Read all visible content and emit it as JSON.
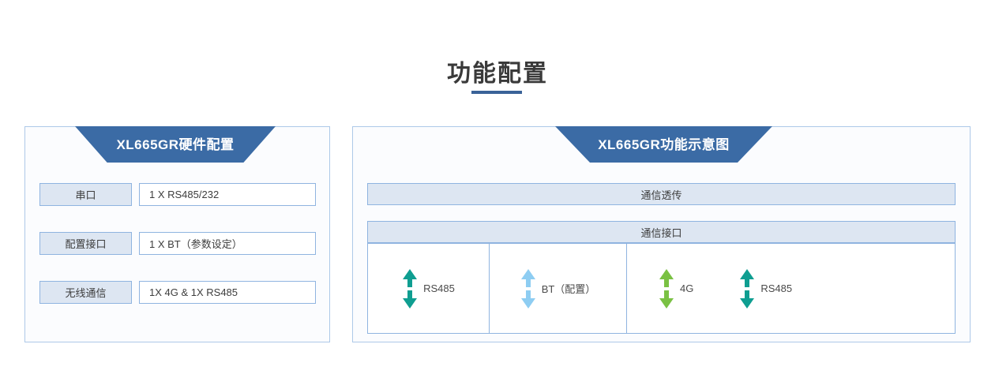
{
  "page": {
    "title": "功能配置",
    "accent_color": "#3a6298",
    "banner_color": "#3b6ba5",
    "panel_border_color": "#adc9e8",
    "cell_fill_color": "#dde6f2"
  },
  "left_panel": {
    "banner_title": "XL665GR硬件配置",
    "rows": [
      {
        "label": "串口",
        "value": "1 X RS485/232"
      },
      {
        "label": "配置接口",
        "value": "1 X BT（参数设定）"
      },
      {
        "label": "无线通信",
        "value": "1X 4G & 1X RS485"
      }
    ]
  },
  "right_panel": {
    "banner_title": "XL665GR功能示意图",
    "bars": [
      {
        "label": "通信透传"
      },
      {
        "label": "通信接口"
      }
    ],
    "interface_cells": [
      {
        "ports": [
          {
            "label": "RS485",
            "arrow_color": "#0f9e91",
            "icon": "double-arrow-vertical-icon"
          }
        ]
      },
      {
        "ports": [
          {
            "label": "BT（配置）",
            "arrow_color": "#8ecdf2",
            "icon": "double-arrow-vertical-icon"
          }
        ]
      },
      {
        "ports": [
          {
            "label": "4G",
            "arrow_color": "#7ac143",
            "icon": "double-arrow-vertical-icon"
          },
          {
            "label": "RS485",
            "arrow_color": "#0f9e91",
            "icon": "double-arrow-vertical-icon"
          }
        ]
      }
    ]
  }
}
